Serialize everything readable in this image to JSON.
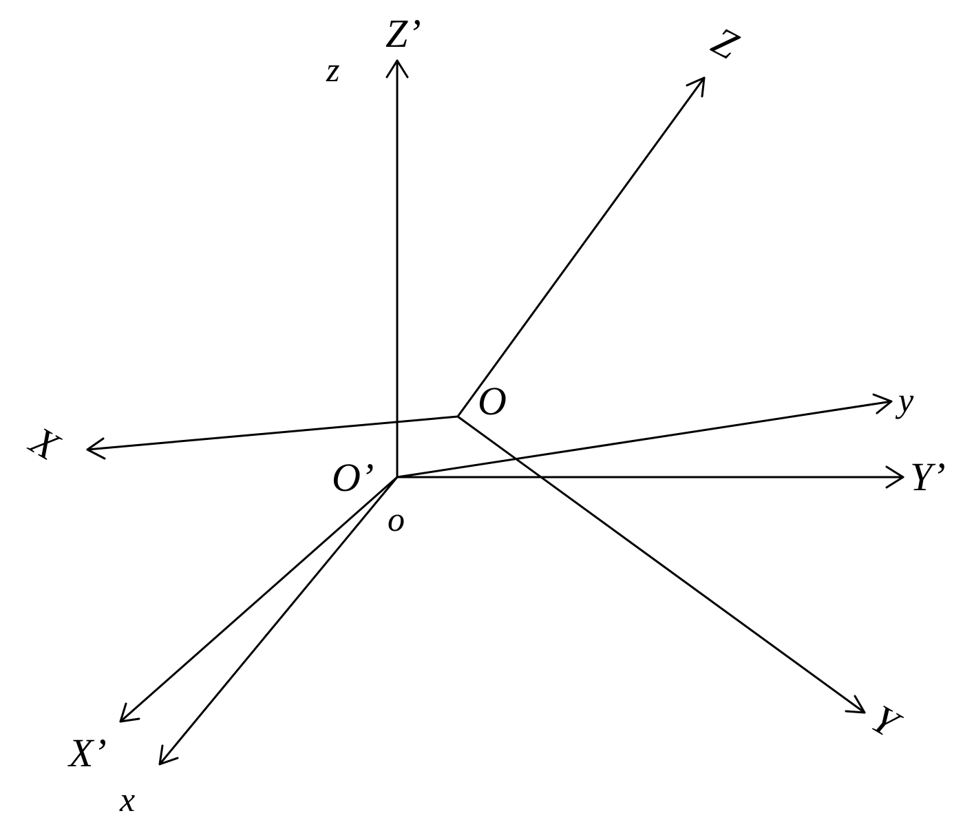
{
  "diagram": {
    "labels": {
      "Zp": "Z’",
      "z": "z",
      "Z": "Z",
      "O": "O",
      "y": "y",
      "X": "X",
      "Op": "O’",
      "Yp": "Y’",
      "o": "o",
      "Y": "Y",
      "Xp": "X’",
      "x": "x"
    },
    "colors": {
      "stroke": "#000000",
      "background": "#ffffff"
    }
  }
}
